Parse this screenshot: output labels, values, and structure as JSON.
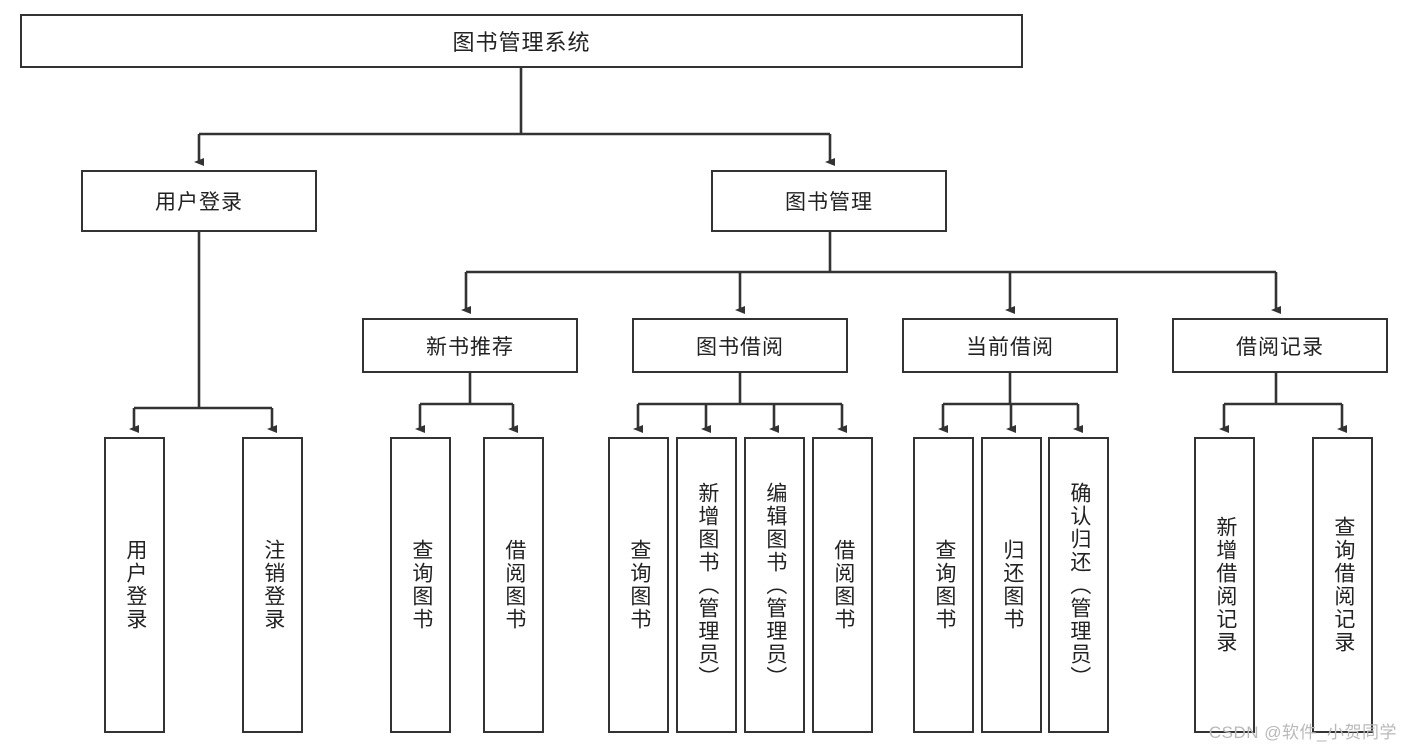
{
  "diagram": {
    "title": "图书管理系统",
    "type": "tree-hierarchy",
    "watermark": "CSDN @软件_小贺同学",
    "colors": {
      "stroke": "#333333",
      "fill": "#ffffff",
      "text": "#222222",
      "watermark": "#b9b9b9"
    },
    "nodes": {
      "root": {
        "label": "图书管理系统",
        "level": 1,
        "orientation": "horizontal"
      },
      "level2": [
        {
          "id": "user-login",
          "label": "用户登录",
          "orientation": "horizontal"
        },
        {
          "id": "book-manage",
          "label": "图书管理",
          "orientation": "horizontal"
        }
      ],
      "level3": [
        {
          "id": "new-book-rec",
          "label": "新书推荐",
          "orientation": "horizontal"
        },
        {
          "id": "book-borrow",
          "label": "图书借阅",
          "orientation": "horizontal"
        },
        {
          "id": "current-borrow",
          "label": "当前借阅",
          "orientation": "horizontal"
        },
        {
          "id": "borrow-record",
          "label": "借阅记录",
          "orientation": "horizontal"
        }
      ],
      "leaves": {
        "user-login": [
          {
            "id": "leaf-user-login",
            "label": "用户登录",
            "orientation": "vertical"
          },
          {
            "id": "leaf-user-logout",
            "label": "注销登录",
            "orientation": "vertical"
          }
        ],
        "new-book-rec": [
          {
            "id": "leaf-query-book-1",
            "label": "查询图书",
            "orientation": "vertical"
          },
          {
            "id": "leaf-borrow-book-1",
            "label": "借阅图书",
            "orientation": "vertical"
          }
        ],
        "book-borrow": [
          {
            "id": "leaf-query-book-2",
            "label": "查询图书",
            "orientation": "vertical"
          },
          {
            "id": "leaf-add-book",
            "label": "新增图书（管理员）",
            "orientation": "vertical"
          },
          {
            "id": "leaf-edit-book",
            "label": "编辑图书（管理员）",
            "orientation": "vertical"
          },
          {
            "id": "leaf-borrow-book-2",
            "label": "借阅图书",
            "orientation": "vertical"
          }
        ],
        "current-borrow": [
          {
            "id": "leaf-query-book-3",
            "label": "查询图书",
            "orientation": "vertical"
          },
          {
            "id": "leaf-return-book",
            "label": "归还图书",
            "orientation": "vertical"
          },
          {
            "id": "leaf-confirm-return",
            "label": "确认归还（管理员）",
            "orientation": "vertical"
          }
        ],
        "borrow-record": [
          {
            "id": "leaf-add-record",
            "label": "新增借阅记录",
            "orientation": "vertical"
          },
          {
            "id": "leaf-query-record",
            "label": "查询借阅记录",
            "orientation": "vertical"
          }
        ]
      }
    }
  }
}
